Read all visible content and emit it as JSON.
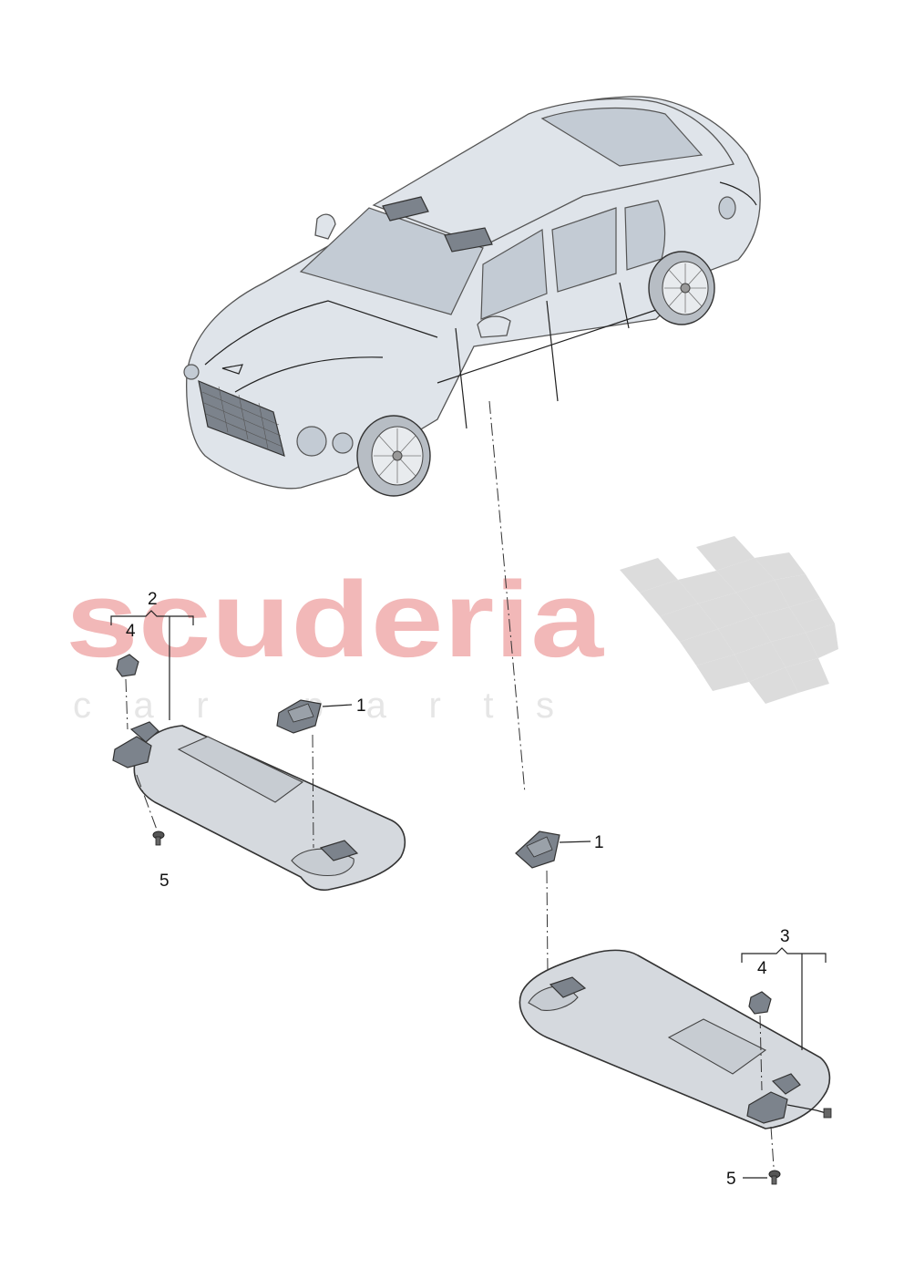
{
  "watermark": {
    "brand": "scuderia",
    "tagline": "car parts",
    "brand_color": "#f2b8b8",
    "checker_color": "#dcdcdc"
  },
  "callouts": {
    "left_sun_visor_group": "2",
    "right_sun_visor_group": "3",
    "left_clip_bracket": "4",
    "right_clip_bracket": "4",
    "left_screw": "5",
    "right_screw": "5",
    "left_visor_retainer": "1",
    "right_visor_retainer": "1"
  }
}
